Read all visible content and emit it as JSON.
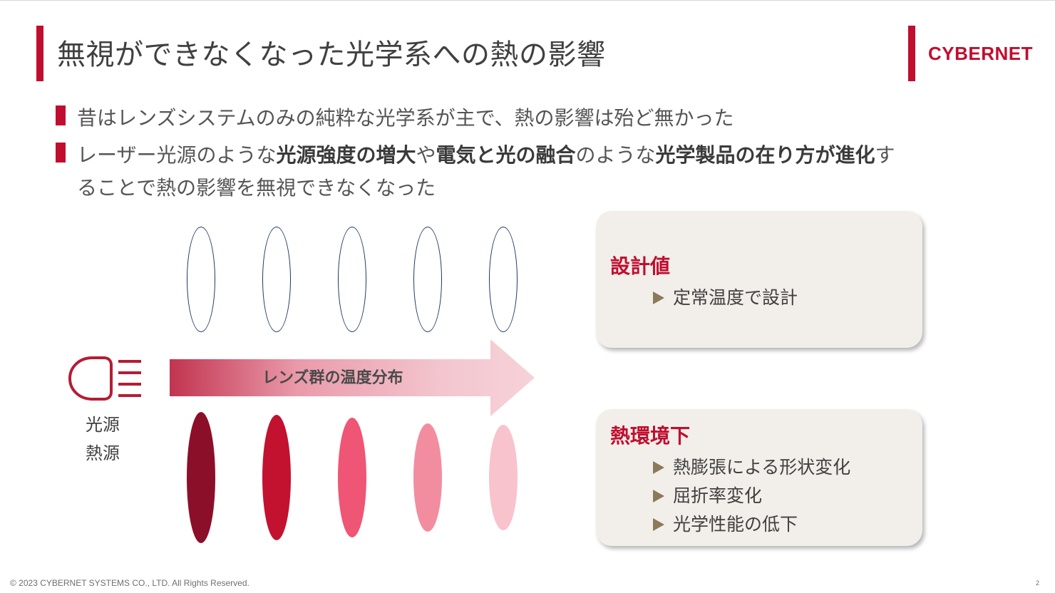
{
  "title": "無視ができなくなった光学系への熱の影響",
  "logo": "CYBERNET",
  "bullets": {
    "b1": "昔はレンズシステムのみの純粋な光学系が主で、熱の影響は殆ど無かった",
    "b2": {
      "p1": "レーザー光源のような",
      "s1": "光源強度の増大",
      "p2": "や",
      "s2": "電気と光の融合",
      "p3": "のような",
      "s3": "光学製品の在り方が進化",
      "p4": "す",
      "line2": "ることで熱の影響を無視できなくなった"
    }
  },
  "diagram": {
    "arrow_label": "レンズ群の温度分布",
    "source_line1": "光源",
    "source_line2": "熱源",
    "lens_colors_heated": [
      "#8c0f2a",
      "#c2122f",
      "#ef5574",
      "#f28da0",
      "#f8c3cd"
    ],
    "lens_outline_color": "#1f3864",
    "accent": "#c00e2f"
  },
  "cards": {
    "design": {
      "title": "設計値",
      "items": [
        "定常温度で設計"
      ]
    },
    "thermal": {
      "title": "熱環境下",
      "items": [
        "熱膨張による形状変化",
        "屈折率変化",
        "光学性能の低下"
      ]
    }
  },
  "footer": "© 2023 CYBERNET SYSTEMS CO., LTD. All Rights Reserved.",
  "page_number": "2"
}
